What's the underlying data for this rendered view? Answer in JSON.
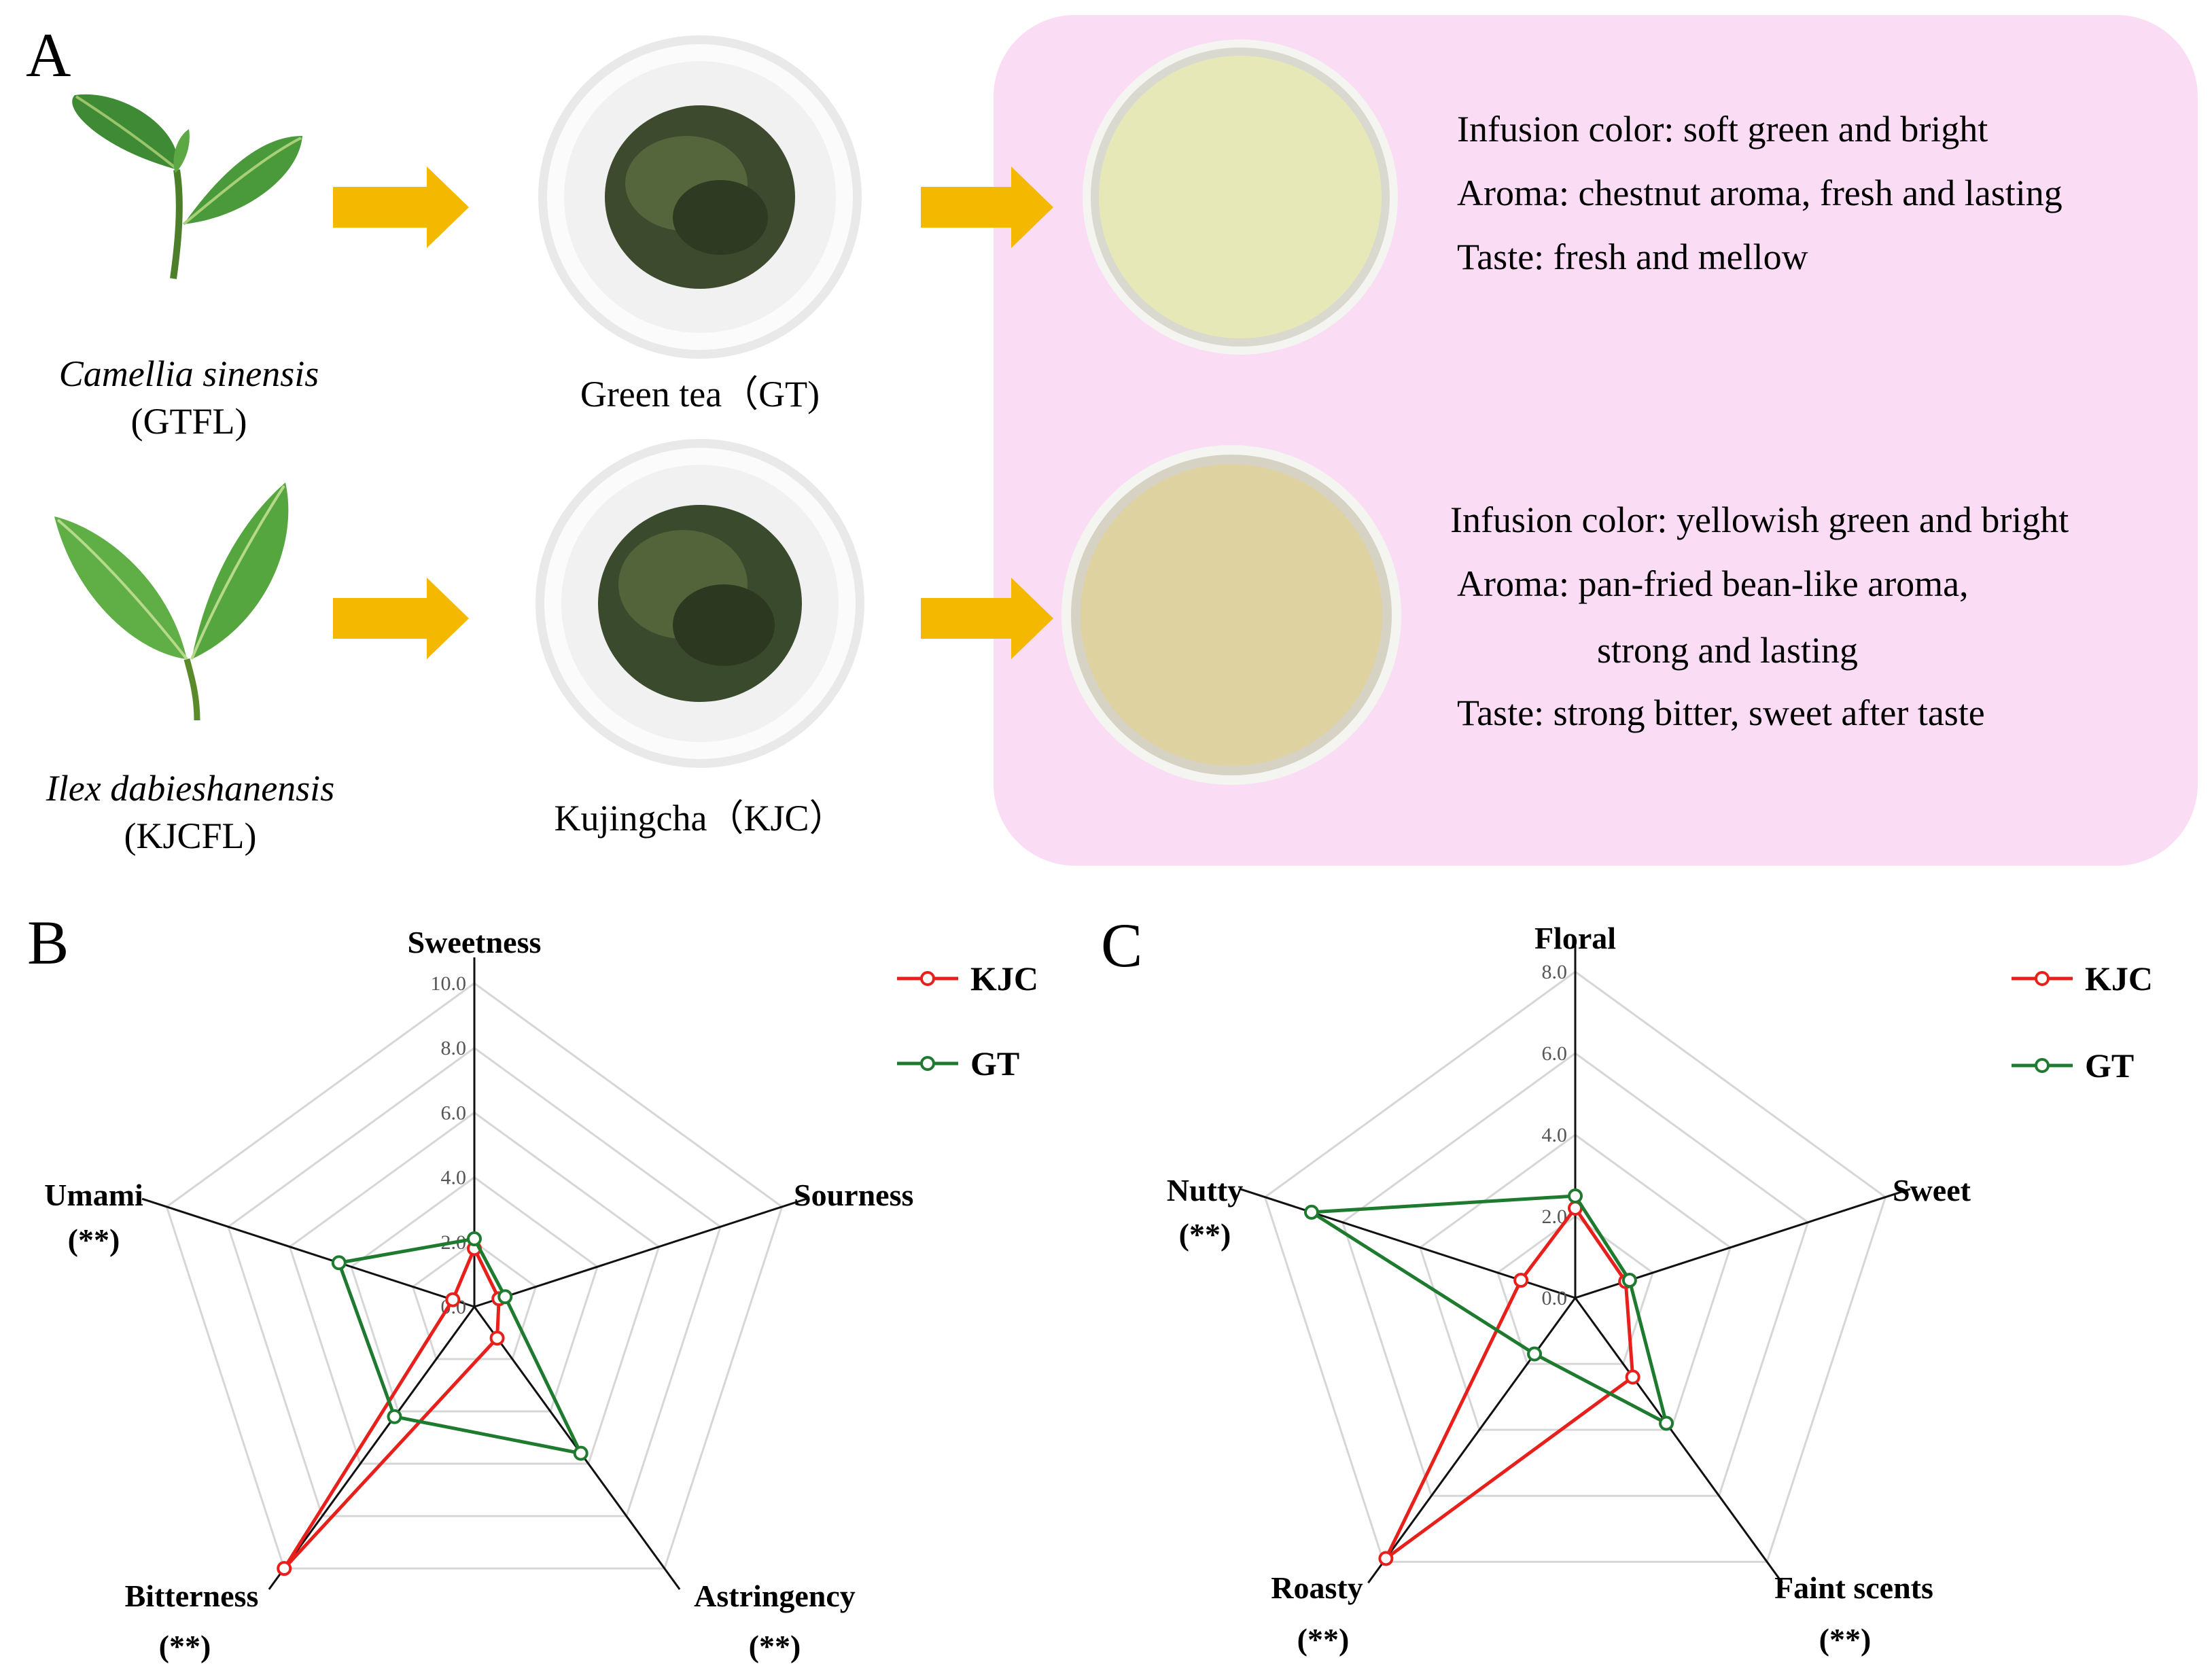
{
  "panels": {
    "a": "A",
    "b": "B",
    "c": "C"
  },
  "panel_a": {
    "row1": {
      "species": "Camellia sinensis",
      "code": "(GTFL)",
      "product": "Green tea（GT)",
      "desc": [
        "Infusion color: soft green and bright",
        "Aroma: chestnut aroma, fresh and lasting",
        "Taste: fresh and mellow"
      ]
    },
    "row2": {
      "species": "Ilex dabieshanensis",
      "code": "(KJCFL)",
      "product": "Kujingcha（KJC）",
      "desc": [
        "Infusion color: yellowish green and bright",
        "Aroma: pan-fried bean-like aroma,",
        "strong and lasting",
        "Taste: strong bitter, sweet after taste"
      ]
    },
    "colors": {
      "arrow": "#f5b800",
      "box": "#fadcf5",
      "leaf": "#3f8a34",
      "tea_leaves": "#3d4a2e",
      "infusion_gt": "#e6e8b8",
      "infusion_kjc": "#ded2a0"
    }
  },
  "chart_data": [
    {
      "type": "radar",
      "panel": "B",
      "axes": [
        "Sweetness",
        "Sourness",
        "Astringency",
        "Bitterness",
        "Umami"
      ],
      "significance": [
        "",
        "",
        "(**)",
        "(**)",
        "(**)"
      ],
      "ticks": [
        "0.0",
        "2.0",
        "4.0",
        "6.0",
        "8.0",
        "10.0"
      ],
      "range": [
        0,
        10
      ],
      "series": [
        {
          "name": "KJC",
          "color": "#e8201c",
          "values": [
            1.8,
            0.8,
            1.2,
            10.0,
            0.7
          ]
        },
        {
          "name": "GT",
          "color": "#1e7a2e",
          "values": [
            2.1,
            1.0,
            5.6,
            4.2,
            4.4
          ]
        }
      ],
      "legend": "top-right"
    },
    {
      "type": "radar",
      "panel": "C",
      "axes": [
        "Floral",
        "Sweet",
        "Faint scents",
        "Roasty",
        "Nutty"
      ],
      "significance": [
        "",
        "",
        "(**)",
        "(**)",
        "(**)"
      ],
      "ticks": [
        "0.0",
        "2.0",
        "4.0",
        "6.0",
        "8.0"
      ],
      "range": [
        0,
        8
      ],
      "series": [
        {
          "name": "KJC",
          "color": "#e8201c",
          "values": [
            2.2,
            1.3,
            2.4,
            7.9,
            1.4
          ]
        },
        {
          "name": "GT",
          "color": "#1e7a2e",
          "values": [
            2.5,
            1.4,
            3.8,
            1.7,
            6.8
          ]
        }
      ],
      "legend": "top-right"
    }
  ]
}
